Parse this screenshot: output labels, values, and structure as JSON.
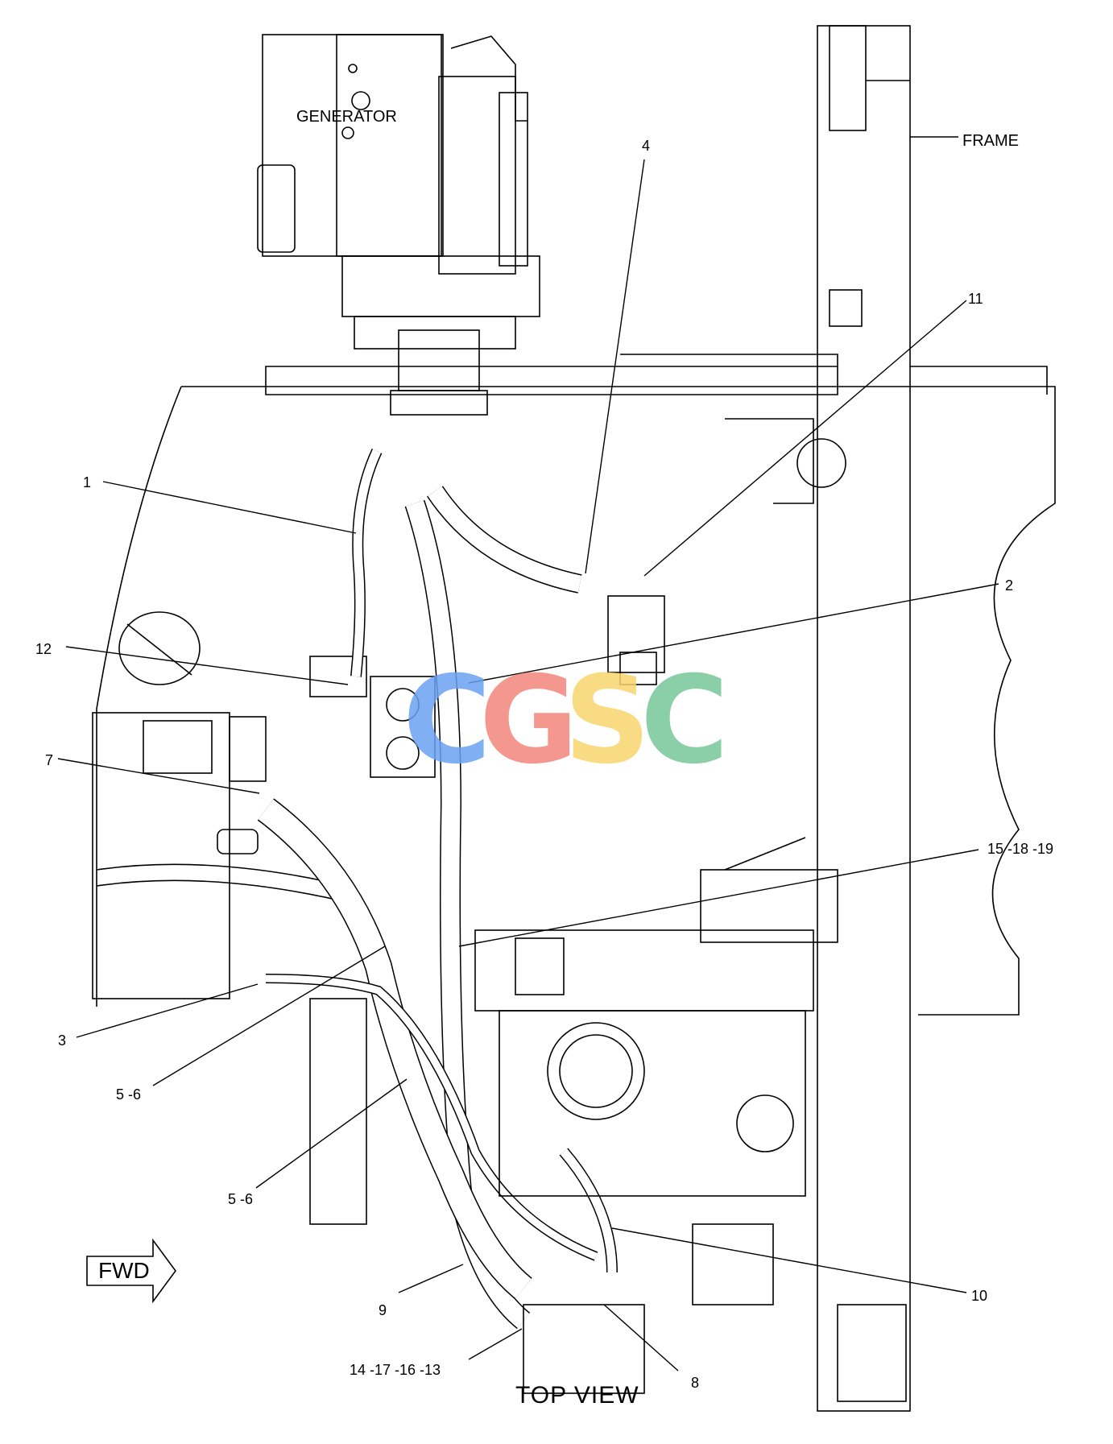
{
  "title": "TOP VIEW",
  "direction_label": "FWD",
  "component_labels": {
    "generator": "GENERATOR",
    "frame": "FRAME"
  },
  "callouts": [
    {
      "id": "1",
      "text": "1"
    },
    {
      "id": "2",
      "text": "2"
    },
    {
      "id": "3",
      "text": "3"
    },
    {
      "id": "4",
      "text": "4"
    },
    {
      "id": "5-6a",
      "text": "5 -6"
    },
    {
      "id": "5-6b",
      "text": "5 -6"
    },
    {
      "id": "7",
      "text": "7"
    },
    {
      "id": "8",
      "text": "8"
    },
    {
      "id": "9",
      "text": "9"
    },
    {
      "id": "10",
      "text": "10"
    },
    {
      "id": "11",
      "text": "11"
    },
    {
      "id": "12",
      "text": "12"
    },
    {
      "id": "14-17-16-13",
      "text": "14 -17 -16 -13"
    },
    {
      "id": "15-18-19",
      "text": "15 -18 -19"
    }
  ],
  "watermark": {
    "letters": [
      "C",
      "G",
      "S",
      "C"
    ],
    "colors": [
      "#6aa2f2",
      "#f2867c",
      "#f7d56e",
      "#76c79a"
    ]
  }
}
